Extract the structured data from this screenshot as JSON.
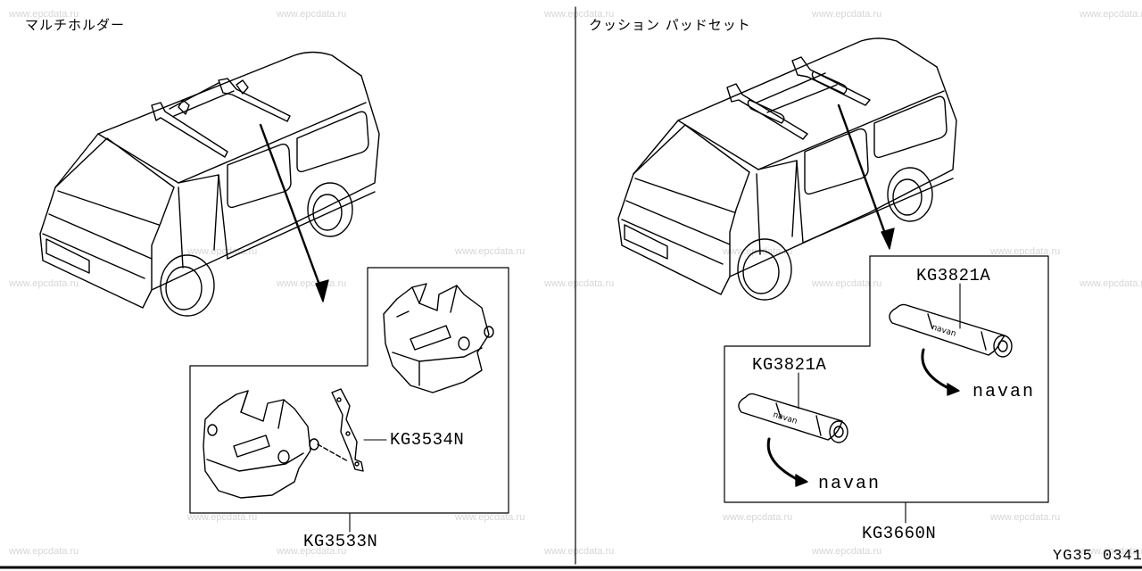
{
  "watermark": "www.epcdata.ru",
  "left_panel": {
    "title": "マルチホルダー",
    "parts": {
      "bracket": "KG3534N",
      "set": "KG3533N"
    }
  },
  "right_panel": {
    "title": "クッション パッドセット",
    "parts": {
      "pad_top": "KG3821A",
      "pad_bottom": "KG3821A",
      "set": "KG3660N"
    },
    "brand_mark": "navan",
    "brand_print": "navan"
  },
  "page_code": "YG35 0341"
}
